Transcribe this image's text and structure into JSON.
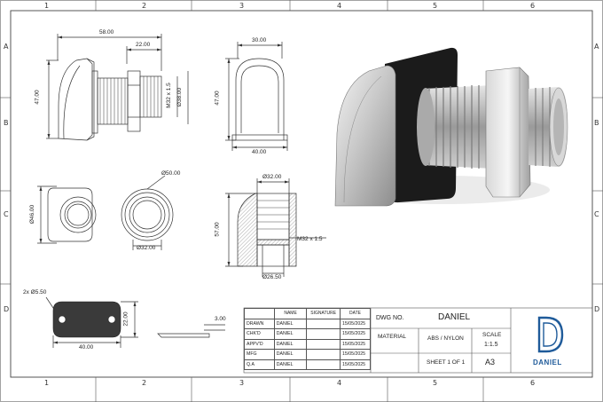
{
  "zones": {
    "columns": [
      "1",
      "2",
      "3",
      "4",
      "5",
      "6"
    ],
    "rows": [
      "A",
      "B",
      "C",
      "D"
    ]
  },
  "dimensions": {
    "side_overall_length": "58.00",
    "side_thread_length": "22.00",
    "side_height": "47.00",
    "side_thread_spec": "M32 x 1.5",
    "side_thread_dia": "Ø38.00",
    "front_top_width": "30.00",
    "front_height": "47.00",
    "front_base_width": "40.00",
    "end_height": "Ø46.00",
    "round_outer_dia": "Ø50.00",
    "round_inner_dia": "Ø32.00",
    "section_top_dia": "Ø32.00",
    "section_height": "57.00",
    "section_thread_spec": "M32 x 1.5",
    "section_bottom_dia": "Ø26.50",
    "plate_holes": "2x Ø5.50",
    "plate_height": "22.00",
    "plate_width": "40.00",
    "plate_thickness": "3.00"
  },
  "title_block": {
    "headers": [
      "NAME",
      "SIGNATURE",
      "DATE"
    ],
    "rows": [
      {
        "role": "DRAWN",
        "name": "DANIEL",
        "signature": "",
        "date": "15/05/2025"
      },
      {
        "role": "CHK'D",
        "name": "DANIEL",
        "signature": "",
        "date": "15/05/2025"
      },
      {
        "role": "APPV'D",
        "name": "DANIEL",
        "signature": "",
        "date": "15/05/2025"
      },
      {
        "role": "MFG",
        "name": "DANIEL",
        "signature": "",
        "date": "15/05/2025"
      },
      {
        "role": "Q.A",
        "name": "DANIEL",
        "signature": "",
        "date": "15/05/2025"
      }
    ],
    "dwg_no_label": "DWG NO.",
    "dwg_no_value": "DANIEL",
    "material_label": "MATERIAL",
    "material_value": "ABS / NYLON",
    "scale_label": "SCALE",
    "scale_value": "1:1.5",
    "sheet_label": "SHEET 1 OF 1",
    "size_value": "A3",
    "logo_text": "DANIEL"
  },
  "colors": {
    "border": "#555555",
    "line": "#333333",
    "logo_blue": "#1f5b9a",
    "plate_fill": "#3a3a3a",
    "render_black": "#1b1b1b"
  }
}
